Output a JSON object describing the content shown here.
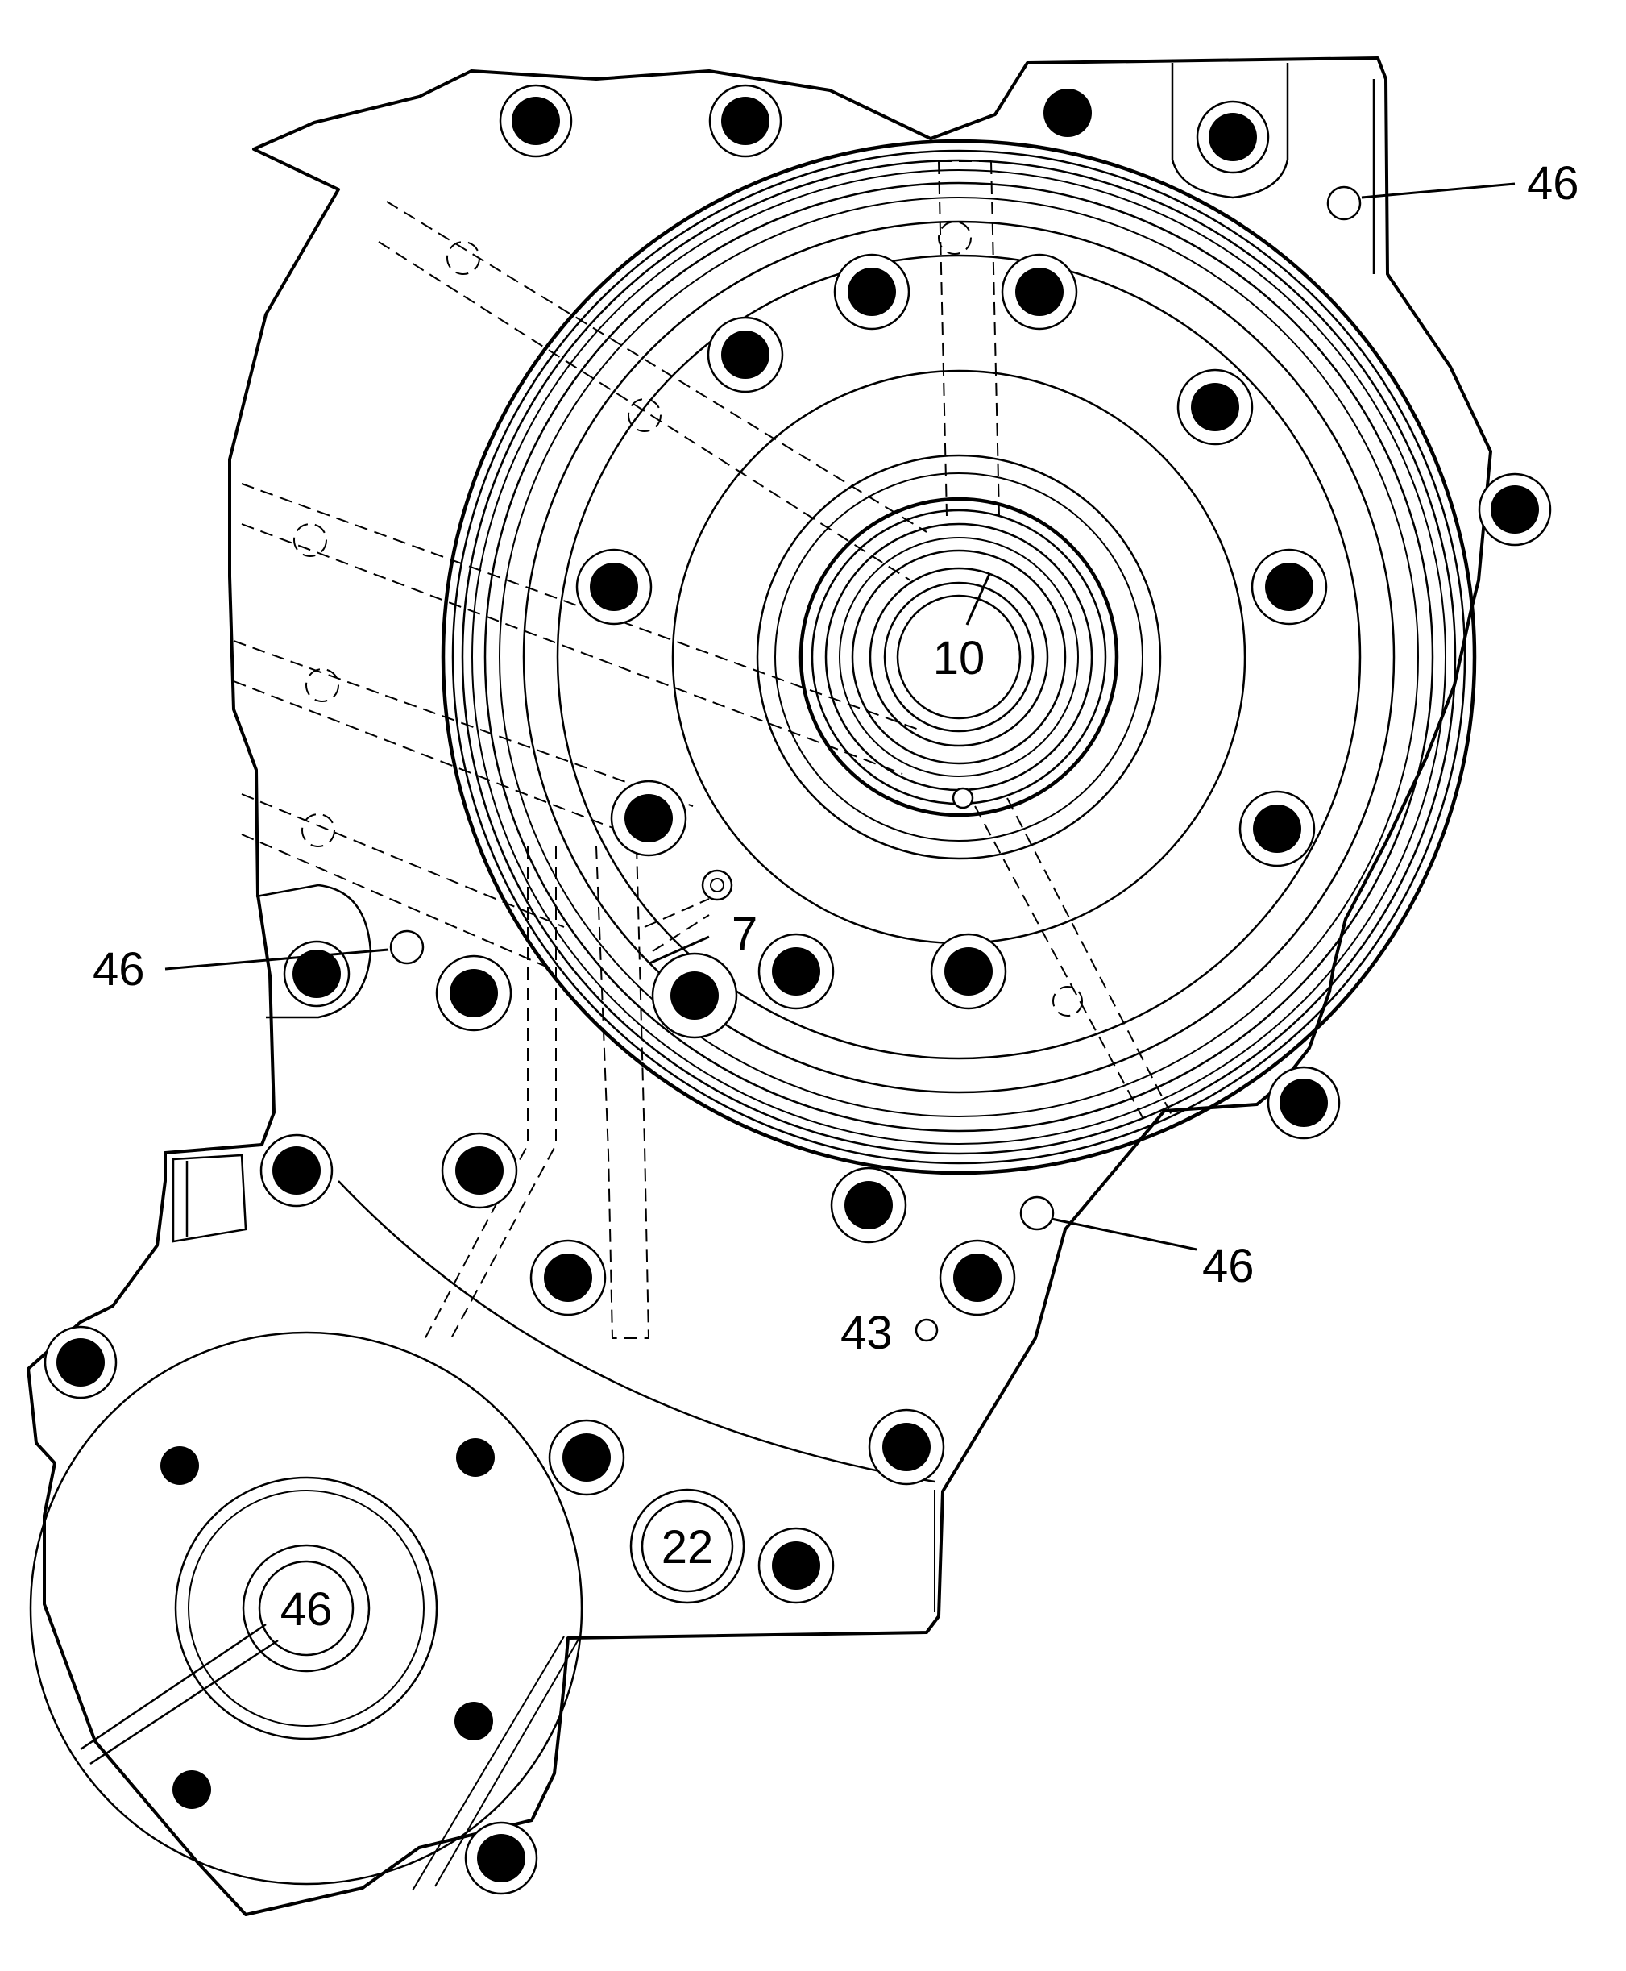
{
  "callouts": {
    "top_right": "46",
    "left": "46",
    "lower_right": "46",
    "bottom_left": "46",
    "center_hub": "10",
    "port": "7",
    "small_hole": "43",
    "plug": "22"
  }
}
